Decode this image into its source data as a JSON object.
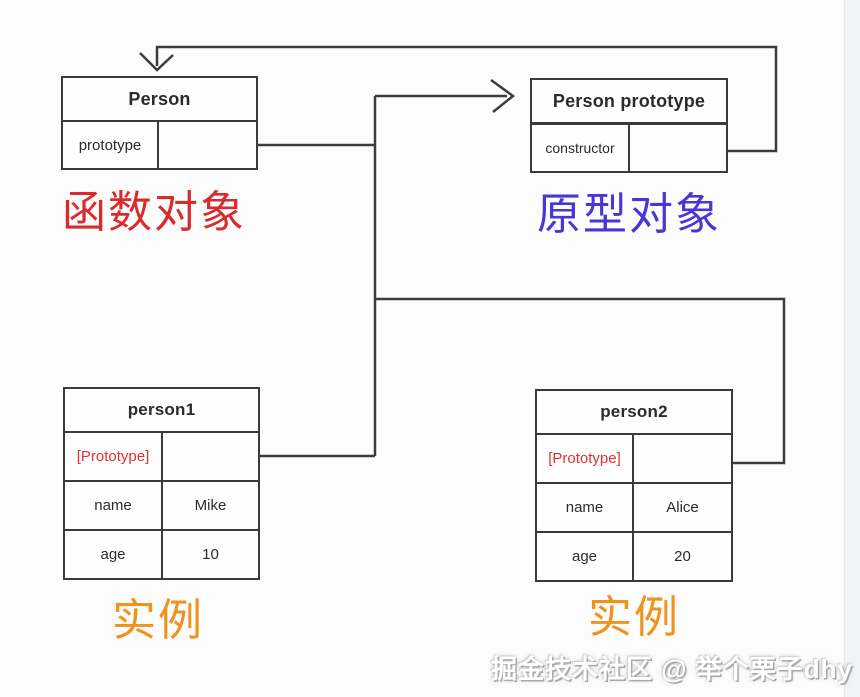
{
  "background": {
    "canvas_color": "#fcfcfc",
    "right_strip_color": "#f1f3f6"
  },
  "colors": {
    "line": "#3c3c3c",
    "box_border": "#3a3a3a",
    "function_label": "#d92b2b",
    "prototype_label": "#4a35d6",
    "instance_label": "#f0921e",
    "prototype_key_red": "#e03131",
    "watermark_text": "#ffffff"
  },
  "boxes": {
    "function": {
      "title": "Person",
      "row_key": "prototype"
    },
    "prototype": {
      "title": "Person prototype",
      "row_key": "constructor"
    },
    "person1": {
      "title": "person1",
      "proto_key": "[Prototype]",
      "rows": [
        {
          "key": "name",
          "value": "Mike"
        },
        {
          "key": "age",
          "value": "10"
        }
      ]
    },
    "person2": {
      "title": "person2",
      "proto_key": "[Prototype]",
      "rows": [
        {
          "key": "name",
          "value": "Alice"
        },
        {
          "key": "age",
          "value": "20"
        }
      ]
    }
  },
  "labels": {
    "function_object": "函数对象",
    "prototype_object": "原型对象",
    "instance_left": "实例",
    "instance_right": "实例"
  },
  "watermark": {
    "text": "掘金技术社区 @ 举个栗子dhy"
  }
}
